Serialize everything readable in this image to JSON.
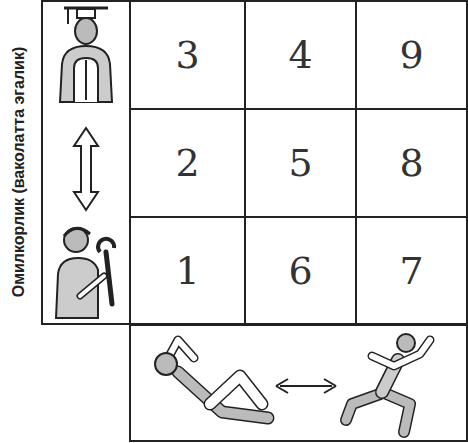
{
  "diagram": {
    "nodes": [
      {
        "text": [
          "3"
        ]
      },
      {
        "text": [
          "4"
        ]
      },
      {
        "text": [
          "9"
        ]
      },
      {
        "text": [
          "2"
        ]
      },
      {
        "text": [
          "5"
        ]
      },
      {
        "text": [
          "8"
        ]
      },
      {
        "text": [
          "1"
        ]
      },
      {
        "text": [
          "6"
        ]
      },
      {
        "text": [
          "7"
        ]
      }
    ],
    "labels": [
      "Омилкорлик (ваколатта эгалик)"
    ]
  }
}
